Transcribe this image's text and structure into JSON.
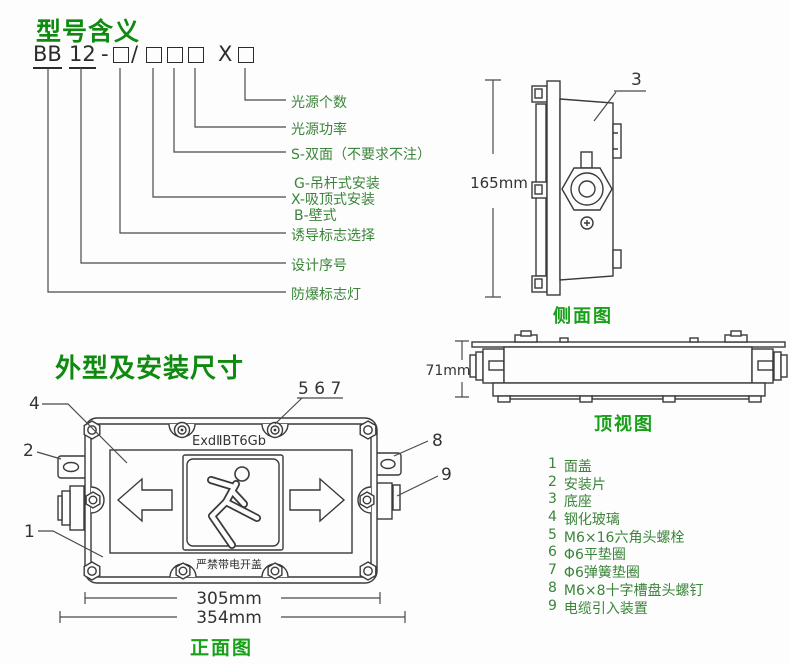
{
  "colors": {
    "section_title_green": "#0e8a0e",
    "caption_green": "#18a018",
    "label_green": "#3b853b",
    "line_color": "#3a3a3a"
  },
  "model": {
    "title": "型号含义",
    "code": {
      "brand": "BB",
      "series": "12",
      "dash": "-",
      "slash": "/",
      "x_mark": "X"
    },
    "labels": [
      {
        "text": "光源个数"
      },
      {
        "text": "光源功率"
      },
      {
        "text": "S-双面（不要求不注）"
      },
      {
        "text": "G-吊杆式安装"
      },
      {
        "text": "X-吸顶式安装"
      },
      {
        "text": "B-壁式"
      },
      {
        "text": "诱导标志选择"
      },
      {
        "text": "设计序号"
      },
      {
        "text": "防爆标志灯"
      }
    ]
  },
  "side_view": {
    "caption": "侧面图",
    "height_dim": "165mm",
    "ref_base": "3"
  },
  "top_view": {
    "caption": "顶视图",
    "height_dim": "71mm"
  },
  "front_view": {
    "section_title": "外型及安装尺寸",
    "caption": "正面图",
    "marking": "ExdⅡBT6Gb",
    "warning": "严禁带电开盖",
    "dim_screw_span": "305mm",
    "dim_overall": "354mm",
    "ref_glass": "4",
    "ref_screws": "5 6 7",
    "ref_tab_left": "2",
    "ref_tab_right": "8",
    "ref_cable_gland": "9",
    "ref_cover": "1"
  },
  "parts_list": [
    {
      "num": "1",
      "name": "面盖"
    },
    {
      "num": "2",
      "name": "安装片"
    },
    {
      "num": "3",
      "name": "底座"
    },
    {
      "num": "4",
      "name": "钢化玻璃"
    },
    {
      "num": "5",
      "name": "M6×16六角头螺栓"
    },
    {
      "num": "6",
      "name": "Φ6平垫圈"
    },
    {
      "num": "7",
      "name": "Φ6弹簧垫圈"
    },
    {
      "num": "8",
      "name": "M6×8十字槽盘头螺钉"
    },
    {
      "num": "9",
      "name": "电缆引入装置"
    }
  ]
}
